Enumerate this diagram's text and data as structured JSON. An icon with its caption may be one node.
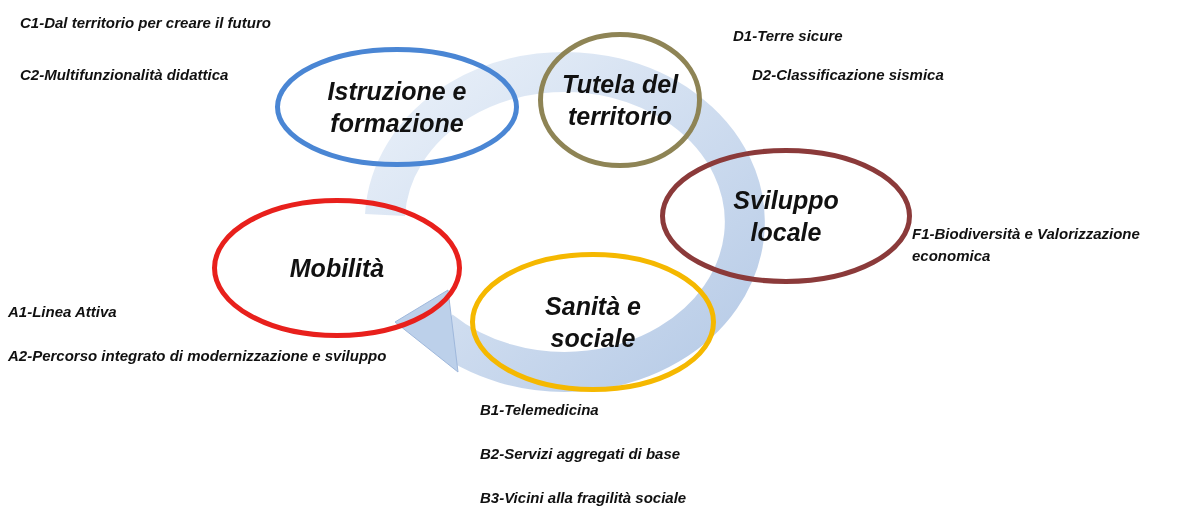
{
  "diagram": {
    "nodes": [
      {
        "text": [
          "Istruzione e formazione"
        ],
        "beside": [
          "C1-Dal territorio per creare il futuro",
          "C2-Multifunzionalità didattica"
        ]
      },
      {
        "text": [
          "Tutela del territorio"
        ],
        "beside": [
          "D1-Terre sicure",
          "D2-Classificazione sismica"
        ]
      },
      {
        "text": [
          "Sviluppo locale"
        ],
        "beside": [
          "F1-Biodiversità e Valorizzazione economica"
        ]
      },
      {
        "text": [
          "Mobilità"
        ],
        "beside": [
          "A1-Linea Attiva",
          "A2-Percorso integrato di modernizzazione e sviluppo"
        ]
      },
      {
        "text": [
          "Sanità e sociale"
        ],
        "beside": [
          "B1-Telemedicina",
          "B2-Servizi aggregati di base",
          "B3-Vicini alla fragilità sociale"
        ]
      }
    ]
  }
}
